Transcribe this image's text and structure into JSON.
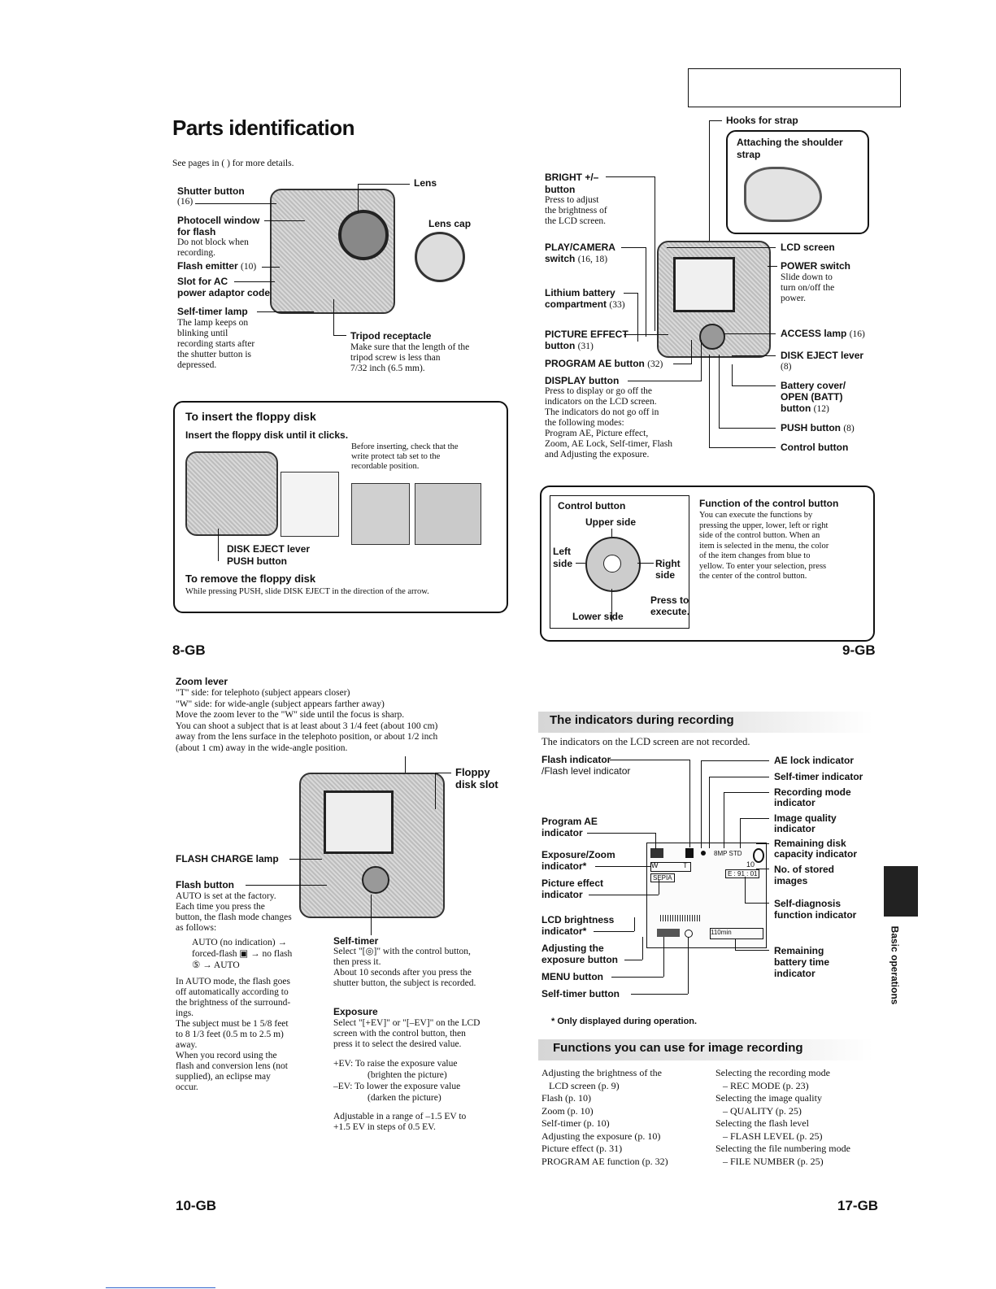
{
  "header_box": "",
  "title": "Parts identification",
  "see_pages": "See pages in (   ) for more details.",
  "p8": {
    "lens": "Lens",
    "lens_cap": "Lens cap",
    "shutter": "Shutter button",
    "shutter_ref": "(16)",
    "photocell": "Photocell window",
    "for_flash": "for flash",
    "photocell_desc1": "Do not block when",
    "photocell_desc2": "recording.",
    "flash_emitter": "Flash emitter",
    "flash_emitter_ref": "(10)",
    "slot_ac": "Slot for AC",
    "power_adaptor": "power adaptor code",
    "self_timer_lamp": "Self-timer lamp",
    "stl_desc": [
      "The lamp keeps on",
      "blinking until",
      "recording starts after",
      "the shutter button is",
      "depressed."
    ],
    "tripod": "Tripod receptacle",
    "tripod_desc": [
      "Make sure that the length of the",
      "tripod screw is less than",
      "7/32 inch (6.5 mm)."
    ],
    "floppy_title": "To insert the floppy disk",
    "floppy_insert": "Insert the floppy disk until it clicks.",
    "floppy_before": [
      "Before inserting, check that the",
      "write protect tab set to the",
      "recordable position."
    ],
    "disk_eject": "DISK EJECT lever",
    "push_button": "PUSH button",
    "remove_title": "To remove the floppy disk",
    "remove_desc": "While pressing PUSH, slide DISK EJECT in the direction of the arrow.",
    "page": "8-GB"
  },
  "p9": {
    "hooks": "Hooks for strap",
    "attach": "Attaching the shoulder",
    "strap": "strap",
    "bright": "BRIGHT +/–",
    "bright2": "button",
    "bright_desc": [
      "Press to adjust",
      "the brightness of",
      "the LCD screen."
    ],
    "play": "PLAY/CAMERA",
    "play2": "switch",
    "play_ref": "(16, 18)",
    "lithium": "Lithium battery",
    "lithium2": "compartment",
    "lithium_ref": "(33)",
    "picture_effect": "PICTURE EFFECT",
    "pe_button": "button",
    "pe_ref": "(31)",
    "program_ae": "PROGRAM AE button",
    "program_ae_ref": "(32)",
    "display": "DISPLAY button",
    "display_desc": [
      "Press to display or go off the",
      "indicators on the LCD screen.",
      "The indicators do not go off in",
      "the following modes:",
      "Program AE, Picture effect,",
      "Zoom, AE Lock, Self-timer, Flash",
      "and Adjusting the exposure."
    ],
    "lcd": "LCD screen",
    "power": "POWER switch",
    "power_desc": [
      "Slide down to",
      "turn on/off the",
      "power."
    ],
    "access": "ACCESS lamp",
    "access_ref": "(16)",
    "disk_eject": "DISK EJECT lever",
    "disk_eject_ref": "(8)",
    "battery_cover": "Battery cover/",
    "open_batt": "OPEN (BATT)",
    "open_batt2": "button",
    "open_batt_ref": "(12)",
    "push": "PUSH button",
    "push_ref": "(8)",
    "control": "Control button",
    "cb_title": "Control button",
    "upper": "Upper side",
    "left": "Left",
    "left2": "side",
    "right": "Right",
    "right2": "side",
    "press": "Press to",
    "execute": "execute.",
    "lower": "Lower side",
    "func_title": "Function of the control button",
    "func_desc": [
      "You can execute the functions by",
      "pressing the upper, lower, left or right",
      "side of the control button. When an",
      "item is selected in the menu, the color",
      "of the item changes from blue to",
      "yellow. To enter your selection, press",
      "the center of the control button."
    ],
    "page": "9-GB"
  },
  "p10": {
    "zoom": "Zoom lever",
    "zoom_lines": [
      "\"T\" side:  for telephoto (subject appears closer)",
      "\"W\" side: for wide-angle (subject appears farther away)",
      "Move the zoom lever to the \"W\" side until the focus is sharp.",
      "You can shoot a subject that is at least about 3 1/4 feet (about 100 cm)",
      "away from the lens surface in the telephoto position, or  about 1/2 inch",
      "(about 1 cm) away in the wide-angle position."
    ],
    "floppy_slot": "Floppy",
    "floppy_slot2": "disk slot",
    "flash_charge": "FLASH CHARGE lamp",
    "flash_button": "Flash button",
    "flash_lines": [
      "AUTO is set at the factory.",
      "Each time you press the",
      "button, the flash mode changes",
      "as follows:"
    ],
    "flash_mode1": "AUTO (no indication) →",
    "flash_mode2": "forced-flash ▣ → no flash",
    "flash_mode3": "⑤ → AUTO",
    "flash_lines2": [
      "In AUTO mode, the flash goes",
      "off automatically according to",
      "the brightness of the surround-",
      "ings.",
      "The subject must be 1 5/8 feet",
      "to 8 1/3  feet (0.5 m to 2.5 m)",
      "away.",
      "When you record using the",
      "flash and conversion lens (not",
      "supplied), an eclipse may",
      "occur."
    ],
    "self_timer": "Self-timer",
    "self_timer_lines": [
      "Select \"[◎]\" with the control button,",
      "then press it.",
      "About 10 seconds after you press the",
      "shutter button, the subject is recorded."
    ],
    "exposure": "Exposure",
    "exposure_lines": [
      "Select \"[+EV]\" or \"[–EV]\" on the LCD",
      "screen with the control button, then",
      "press it to select the desired value."
    ],
    "ev_plus": "+EV: To raise the exposure value",
    "ev_plus2": "(brighten the picture)",
    "ev_minus": "–EV: To lower the exposure value",
    "ev_minus2": "(darken the picture)",
    "adjustable": [
      "Adjustable in a range of –1.5 EV to",
      "+1.5 EV in steps of 0.5 EV."
    ],
    "page": "10-GB"
  },
  "p17": {
    "ind_title": "The indicators during recording",
    "ind_note": "The indicators on the LCD screen are not recorded.",
    "flash_ind": "Flash indicator",
    "flash_level": "/Flash level indicator",
    "program_ae": "Program AE",
    "program_ae2": "indicator",
    "exposure_zoom": "Exposure/Zoom",
    "exposure_zoom2": "indicator*",
    "picture_effect": "Picture effect",
    "picture_effect2": "indicator",
    "lcd_bright": "LCD brightness",
    "lcd_bright2": "indicator*",
    "adjusting": "Adjusting the",
    "adjusting2": "exposure button",
    "menu": "MENU button",
    "self_timer_btn": "Self-timer button",
    "ae_lock": "AE lock indicator",
    "self_timer_ind": "Self-timer indicator",
    "rec_mode": "Recording mode",
    "rec_mode2": "indicator",
    "img_quality": "Image quality",
    "img_quality2": "indicator",
    "remaining_disk": "Remaining disk",
    "remaining_disk2": "capacity indicator",
    "no_stored": "No. of stored",
    "no_stored2": "images",
    "self_diag": "Self-diagnosis",
    "self_diag2": "function indicator",
    "remaining_batt": "Remaining",
    "remaining_batt2": "battery time",
    "remaining_batt3": "indicator",
    "lcd_sepia": "SEPIA",
    "lcd_w": "W",
    "lcd_t": "T",
    "lcd_count": "10",
    "lcd_err": "E : 91 : 01",
    "lcd_batt": "110min",
    "lcd_quality": "8MP STD",
    "only_displayed": "* Only displayed during operation.",
    "func_title": "Functions you can use for image recording",
    "func_left": [
      "Adjusting the brightness of the",
      "   LCD screen (p. 9)",
      "Flash (p. 10)",
      "Zoom (p. 10)",
      "Self-timer (p. 10)",
      "Adjusting the exposure (p. 10)",
      "Picture effect (p. 31)",
      "PROGRAM AE function (p. 32)"
    ],
    "func_right": [
      "Selecting the recording mode",
      "   – REC MODE (p. 23)",
      "Selecting the image quality",
      "   – QUALITY (p. 25)",
      "Selecting the flash level",
      "   – FLASH LEVEL (p. 25)",
      "Selecting the file numbering mode",
      "   – FILE NUMBER (p. 25)"
    ],
    "side_tab": "Basic operations",
    "page": "17-GB"
  }
}
